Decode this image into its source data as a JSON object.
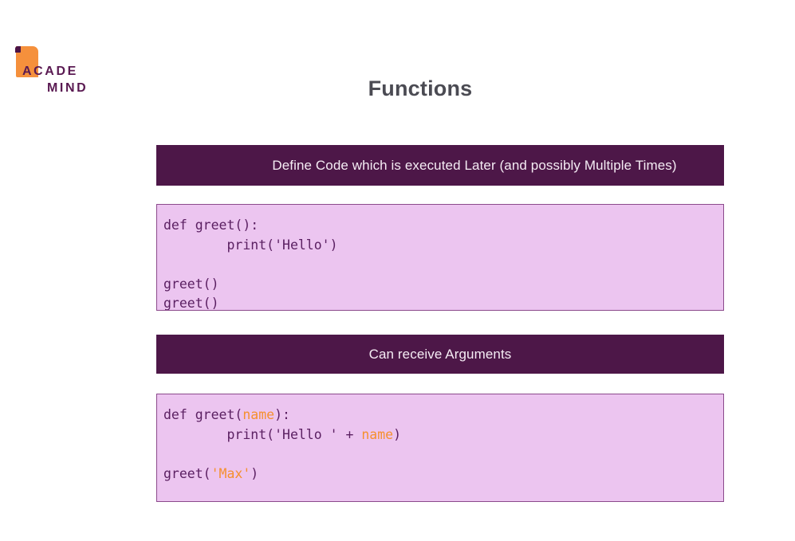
{
  "brand": {
    "name_line1": "ACADE",
    "name_line2": "MIND",
    "mark_icon": "bookmark-flag-icon",
    "orange": "#f5903c",
    "purple": "#5a1a52"
  },
  "slide": {
    "title": "Functions",
    "title_color": "#4b4b53",
    "background": "#ffffff"
  },
  "sections": [
    {
      "id": "define",
      "bar_label": "Define Code which is executed Later (and possibly Multiple Times)",
      "bar_bg": "#4d1748",
      "bar_text_color": "#f5ecf4",
      "code_bg": "#ecc5f0",
      "code_border": "#8b4a8c",
      "code_text_color": "#5b2062",
      "code_lines": [
        "def greet():",
        "        print('Hello')",
        "",
        "greet()",
        "greet()"
      ]
    },
    {
      "id": "arguments",
      "bar_label": "Can receive Arguments",
      "bar_bg": "#4d1748",
      "bar_text_color": "#f5ecf4",
      "code_bg": "#ecc5f0",
      "code_border": "#8b4a8c",
      "code_text_color": "#5b2062",
      "highlight_color": "#f5902e",
      "code_lines": [
        "def greet(name):",
        "        print('Hello ' + name)",
        "",
        "greet('Max')"
      ],
      "code_tokens": {
        "l1_a": "def greet(",
        "l1_b": "name",
        "l1_c": "):",
        "l2_a": "        print('Hello ' + ",
        "l2_b": "name",
        "l2_c": ")",
        "l4_a": "greet(",
        "l4_b": "'Max'",
        "l4_c": ")"
      }
    }
  ]
}
